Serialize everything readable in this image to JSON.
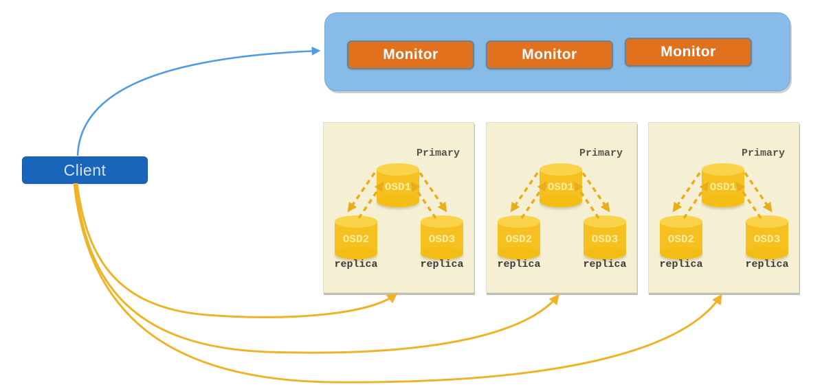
{
  "client": {
    "label": "Client"
  },
  "monitor_cluster": {
    "monitors": [
      {
        "label": "Monitor"
      },
      {
        "label": "Monitor"
      },
      {
        "label": "Monitor"
      }
    ]
  },
  "osd_groups": [
    {
      "primary_label": "Primary",
      "osds": [
        "OSD1",
        "OSD2",
        "OSD3"
      ],
      "replicas": [
        "replica",
        "replica"
      ]
    },
    {
      "primary_label": "Primary",
      "osds": [
        "OSD1",
        "OSD2",
        "OSD3"
      ],
      "replicas": [
        "replica",
        "replica"
      ]
    },
    {
      "primary_label": "Primary",
      "osds": [
        "OSD1",
        "OSD2",
        "OSD3"
      ],
      "replicas": [
        "replica",
        "replica"
      ]
    }
  ],
  "connections": {
    "client_to_monitors": "blue-arrow",
    "client_to_groups": [
      "yellow-arrow",
      "yellow-arrow",
      "yellow-arrow"
    ],
    "intra_group_replication": "bidirectional-dashed-arrows"
  },
  "colors": {
    "client_fill": "#1a64ba",
    "monitor_cluster_fill": "#87bce9",
    "monitor_fill": "#e2711d",
    "group_fill": "#f5efd4",
    "cylinder_fill": "#f6c120",
    "cylinder_top": "#fbd34a",
    "blue_arrow": "#4f9ce4",
    "yellow_arrow": "#efb327",
    "dashed_arrow": "#e8ad1b"
  }
}
